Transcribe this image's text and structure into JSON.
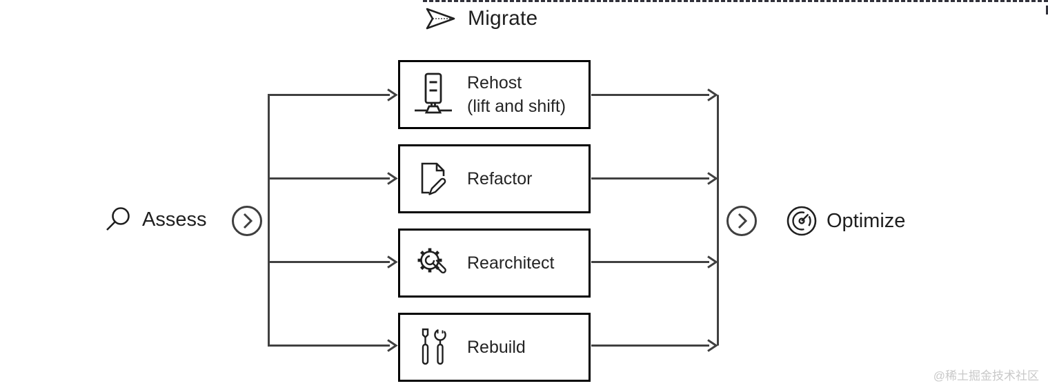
{
  "title": {
    "label": "Migrate",
    "icon": "paper-plane-icon"
  },
  "nodes": {
    "assess": {
      "label": "Assess",
      "icon": "search-icon"
    },
    "optimize": {
      "label": "Optimize",
      "icon": "gauge-icon"
    }
  },
  "strategies": [
    {
      "label": "Rehost",
      "sublabel": "(lift and shift)",
      "icon": "server-icon"
    },
    {
      "label": "Refactor",
      "sublabel": "",
      "icon": "document-pencil-icon"
    },
    {
      "label": "Rearchitect",
      "sublabel": "",
      "icon": "gear-wrench-icon"
    },
    {
      "label": "Rebuild",
      "sublabel": "",
      "icon": "screwdriver-wrench-icon"
    }
  ],
  "watermark": "@稀土掘金技术社区",
  "colors": {
    "connector": "#404040",
    "box_border": "#000000",
    "icon_stroke": "#1f1f1f",
    "text": "#242424",
    "watermark": "#c9c9c9"
  }
}
